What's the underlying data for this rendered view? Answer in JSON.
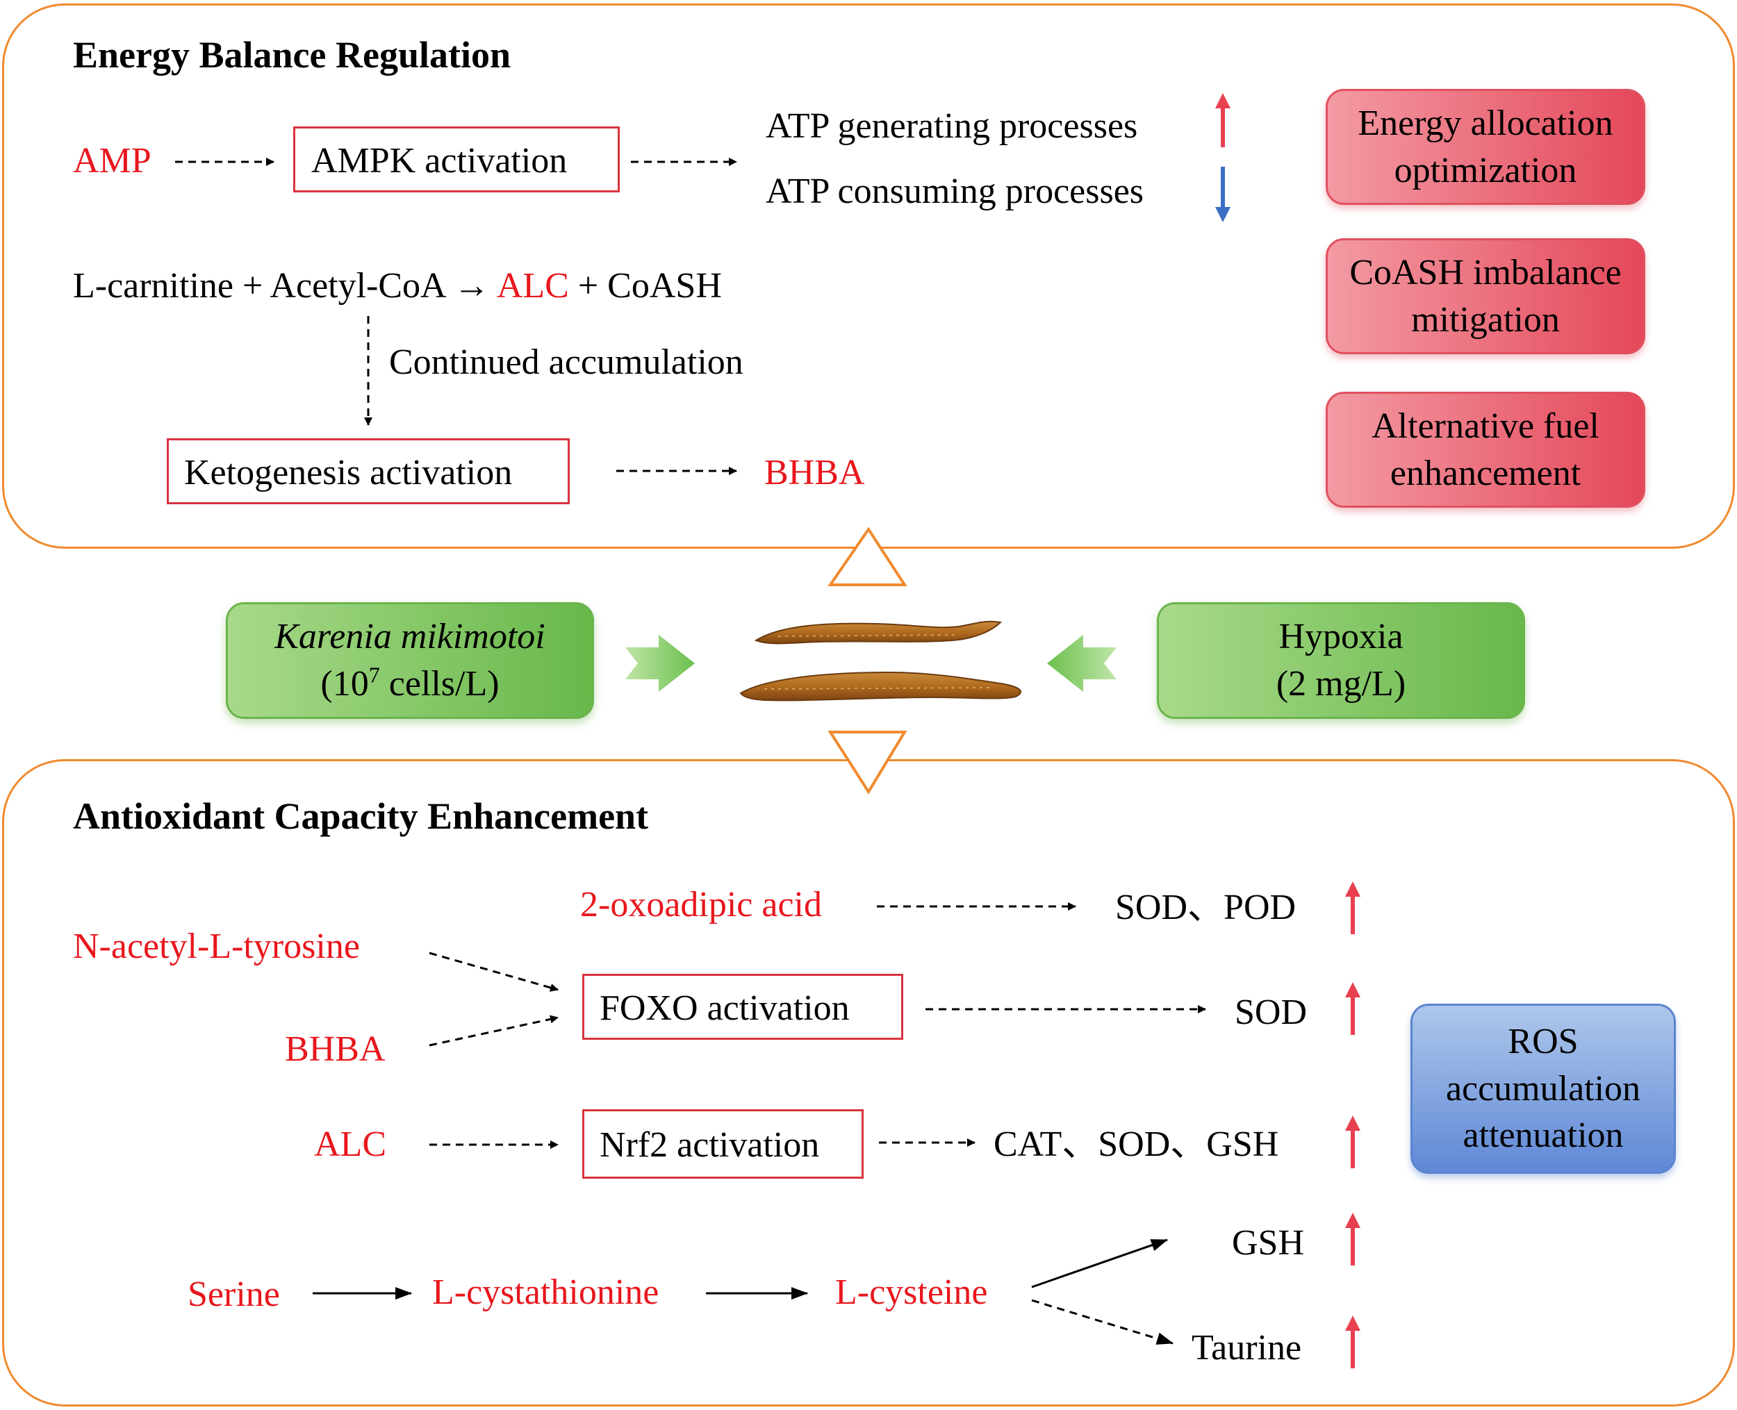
{
  "energy_panel": {
    "title": "Energy Balance Regulation",
    "amp": "AMP",
    "ampk": "AMPK activation",
    "atp_generating": "ATP generating processes",
    "atp_consuming": "ATP consuming processes",
    "equation_left": "L-carnitine + Acetyl-CoA → ",
    "equation_alc": "ALC",
    "equation_right": " + CoASH",
    "continued": "Continued accumulation",
    "ketogenesis": "Ketogenesis activation",
    "bhba": "BHBA",
    "outcomes": [
      {
        "line1": "Energy allocation",
        "line2": "optimization"
      },
      {
        "line1": "CoASH imbalance",
        "line2": "mitigation"
      },
      {
        "line1": "Alternative fuel",
        "line2": "enhancement"
      }
    ]
  },
  "stressors": {
    "karenia_name": "Karenia mikimotoi",
    "karenia_conc_pre": "(10",
    "karenia_conc_exp": "7",
    "karenia_conc_post": " cells/L)",
    "hypoxia_name": "Hypoxia",
    "hypoxia_conc": "(2 mg/L)"
  },
  "antioxidant_panel": {
    "title": "Antioxidant Capacity Enhancement",
    "oxoadipic": "2-oxoadipic acid",
    "sod_pod": "SOD、POD",
    "n_acetyl": "N-acetyl-L-tyrosine",
    "bhba": "BHBA",
    "foxo": "FOXO activation",
    "sod": "SOD",
    "alc": "ALC",
    "nrf2": "Nrf2 activation",
    "cat_sod_gsh": "CAT、SOD、GSH",
    "serine": "Serine",
    "cystathionine": "L-cystathionine",
    "cysteine": "L-cysteine",
    "gsh": "GSH",
    "taurine": "Taurine",
    "ros": {
      "line1": "ROS",
      "line2": "accumulation",
      "line3": "attenuation"
    }
  },
  "colors": {
    "panel_border": "#f08a2e",
    "highlight_text": "#e8161c",
    "up_arrow": "#e8404f",
    "down_arrow": "#3b6fc6",
    "outcome_red": "#e4485a",
    "stressor_green": "#68b84a",
    "ros_blue": "#5f88d6"
  }
}
